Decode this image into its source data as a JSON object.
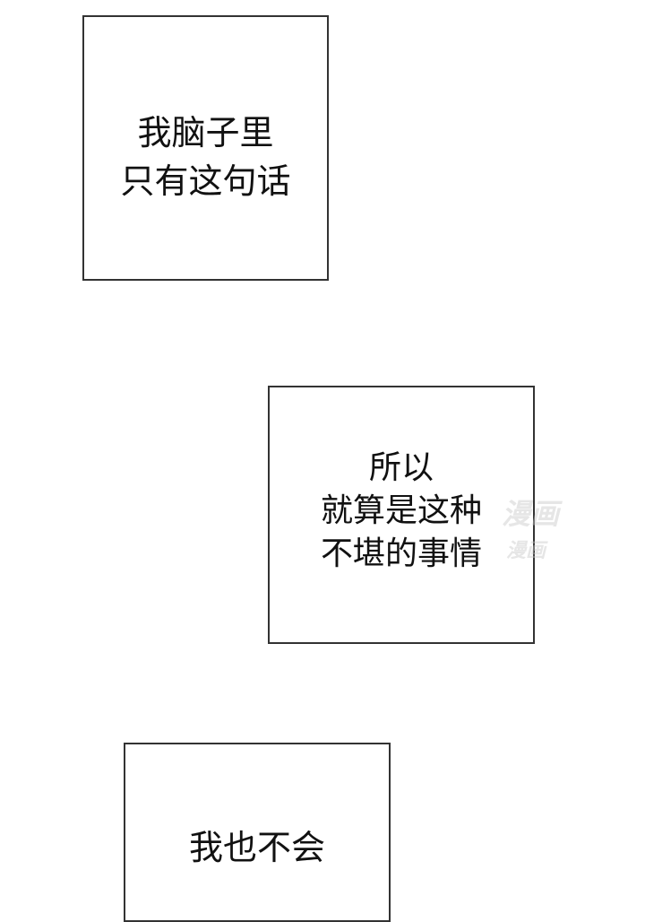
{
  "panels": [
    {
      "lines": [
        "我脑子里",
        "只有这句话"
      ]
    },
    {
      "lines": [
        "所以",
        "就算是这种",
        "不堪的事情"
      ]
    },
    {
      "lines": [
        "我也不会"
      ]
    }
  ],
  "watermark": {
    "large": "漫画",
    "small": "漫画"
  }
}
